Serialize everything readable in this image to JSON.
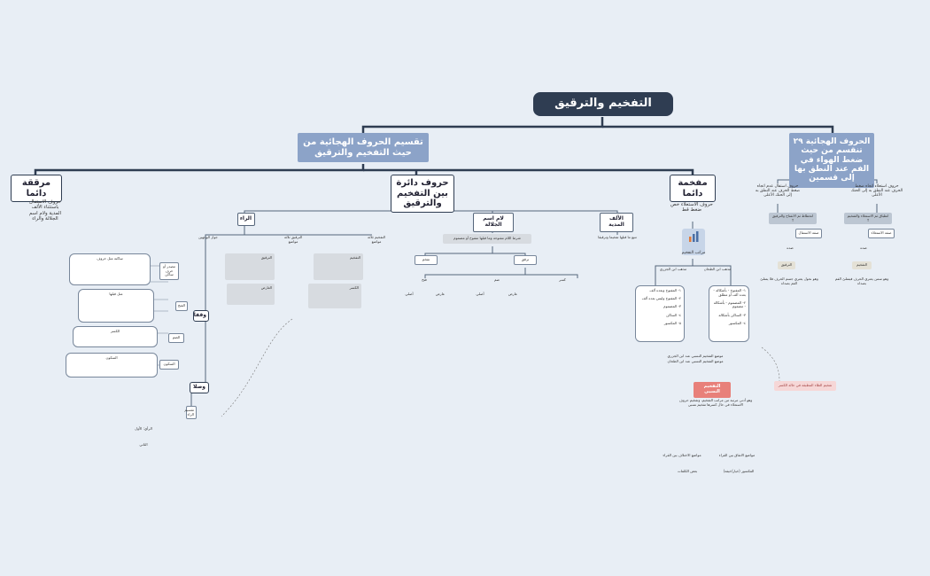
{
  "root": {
    "title": "التفخيم والترقيق"
  },
  "main": {
    "huruf": "الحروف الهجائية ٢٩ تنقسم من حيث ضغط الهواء في الفم عند النطق بها إلى قسمين",
    "taqsim": "تقسيم الحروف الهجائية من حيث التفخيم والترقيق"
  },
  "branches": {
    "muraqqaqa": "مرققة دائما",
    "daira": "حروف دائرة بين التفخيم والترقيق",
    "mufakhkhama": "مفخمة دائما"
  },
  "left_text": "حروف الاستفال باستثناء الألف المدية ولام اسم الجلالة والراء",
  "mufakh_text": "حروف الاستعلاء خص ضغط قط",
  "daira_subs": {
    "ra": "الراء",
    "lam": "لام اسم الجلالة",
    "alif": "الألف المدية"
  },
  "huruf_subs": {
    "istifal": "حروف استفال عدم اتجاه ضغط الحرف عند النطق به إلى الحنك الأعلى",
    "istila": "حروف استعلاء اتجاه ضغط الحرف عند النطق به إلى الحنك الأعلى",
    "g1": "انحطاط ثم الانفتاح والترقيق ↑",
    "g2": "انطباق ثم الاستعلاء والتفخيم ↑",
    "sifa1": "صفة الاستفال",
    "sifa2": "صفة الاستعلاء",
    "d1": "ضده",
    "d2": "ضده",
    "tarqiq": "الترقيق",
    "tafkhim": "التفخيم",
    "tdesc": "وهو نحول يعتري جسم الحرف فلا يمتلئ الفم بصداه",
    "fdesc": "وهو سمن يعتري الحرف فيمتلئ الفم بصداه"
  },
  "maratib": {
    "title": "مراتب التفخيم",
    "h1": "مذهب ابن الجزري",
    "h2": "مذهب ابن الطحان",
    "l1": "١- المفتوح وبعده ألف",
    "l2": "٢- المفتوح وليس بعده ألف",
    "l3": "٣- المضموم",
    "l4": "٤- الساكن",
    "l5": "٥- المكسور",
    "r1": "١- المفتوح - بأشكاله - بعده ألف أو مطلق",
    "r2": "٢- المضموم - بأشكاله - مضموم",
    "r3": "٣- الساكن بأشكاله",
    "r4": "٤- المكسور"
  },
  "notes": {
    "n1": "موضع التفخيم النسبي عند ابن الجزري",
    "n2": "موضع التفخيم النسبي عند ابن الطحان",
    "pink": "تفخيم الطاء المطبقة في حالة الكسر",
    "red": "التفخيم النسبي",
    "body": "وهو أدنى مرتبة من مراتب التفخيم، وتفخيم حروف الاستعلاء في حال كسرها تفخيم نسبي",
    "o1": "مواضع الاختلاف بين القراء",
    "o2": "مواضع الاتفاق بين القراء",
    "o3": "بعض الكلمات",
    "o4": "المكسور (خيار/خيفة)"
  },
  "lam": {
    "cond": "شرط اللام مفتوحة وما قبلها مفتوح أو مضموم",
    "c1": "تفخم",
    "c2": "ترقق",
    "c3": "فتح",
    "c4": "ضم",
    "c5": "كسر",
    "c6": "أصلي",
    "c7": "عارض",
    "c8": "أصلي",
    "c9": "عارض"
  },
  "alif": {
    "desc": "تتبع ما قبلها تفخيما وترقيقا"
  },
  "ra": {
    "h1": "التفخيم ثلاثة مواضع",
    "h2": "الترقيق ثلاثة مواضع",
    "h3": "جواز الوجهين",
    "waqf": "وقفا",
    "wasl": "وصلا",
    "w1": "مصدر أو حرف ساكن",
    "w2": "الفتح",
    "w3": "الضم",
    "w4": "السكون",
    "w5": "الكسر",
    "w6": "ساكنة مثل حروف",
    "w7": "مثل قبلها",
    "t1": "التفخيم",
    "t2": "الترقيق",
    "t3": "الكسر",
    "t4": "العارض",
    "v1": "الرأي: الأول",
    "v2": "الثاني",
    "v3": "تقسيم الراء"
  }
}
